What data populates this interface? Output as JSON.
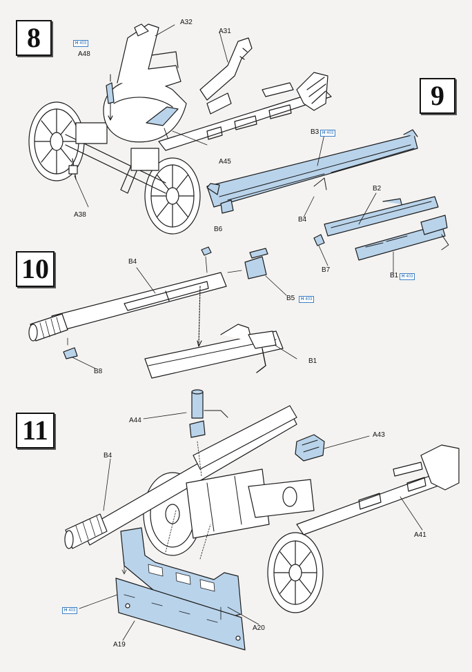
{
  "steps": {
    "s8": "8",
    "s9": "9",
    "s10": "10",
    "s11": "11"
  },
  "labels": {
    "a32": "A32",
    "a31": "A31",
    "a48": "A48",
    "a45": "A45",
    "a38": "A38",
    "b3": "B3",
    "b2": "B2",
    "b4_9": "B4",
    "b7": "B7",
    "b1_9": "B1",
    "b6": "B6",
    "b4_10": "B4",
    "b5": "B5",
    "b8": "B8",
    "b1_10": "B1",
    "a44": "A44",
    "a43": "A43",
    "b4_11": "B4",
    "a41": "A41",
    "a20": "A20",
    "a19": "A19"
  },
  "paint_refs": {
    "h": "H",
    "code": "403"
  },
  "colors": {
    "part_fill": "#b9d3ea",
    "line": "#1a1a1a",
    "paint_ref": "#2a6fb8"
  }
}
